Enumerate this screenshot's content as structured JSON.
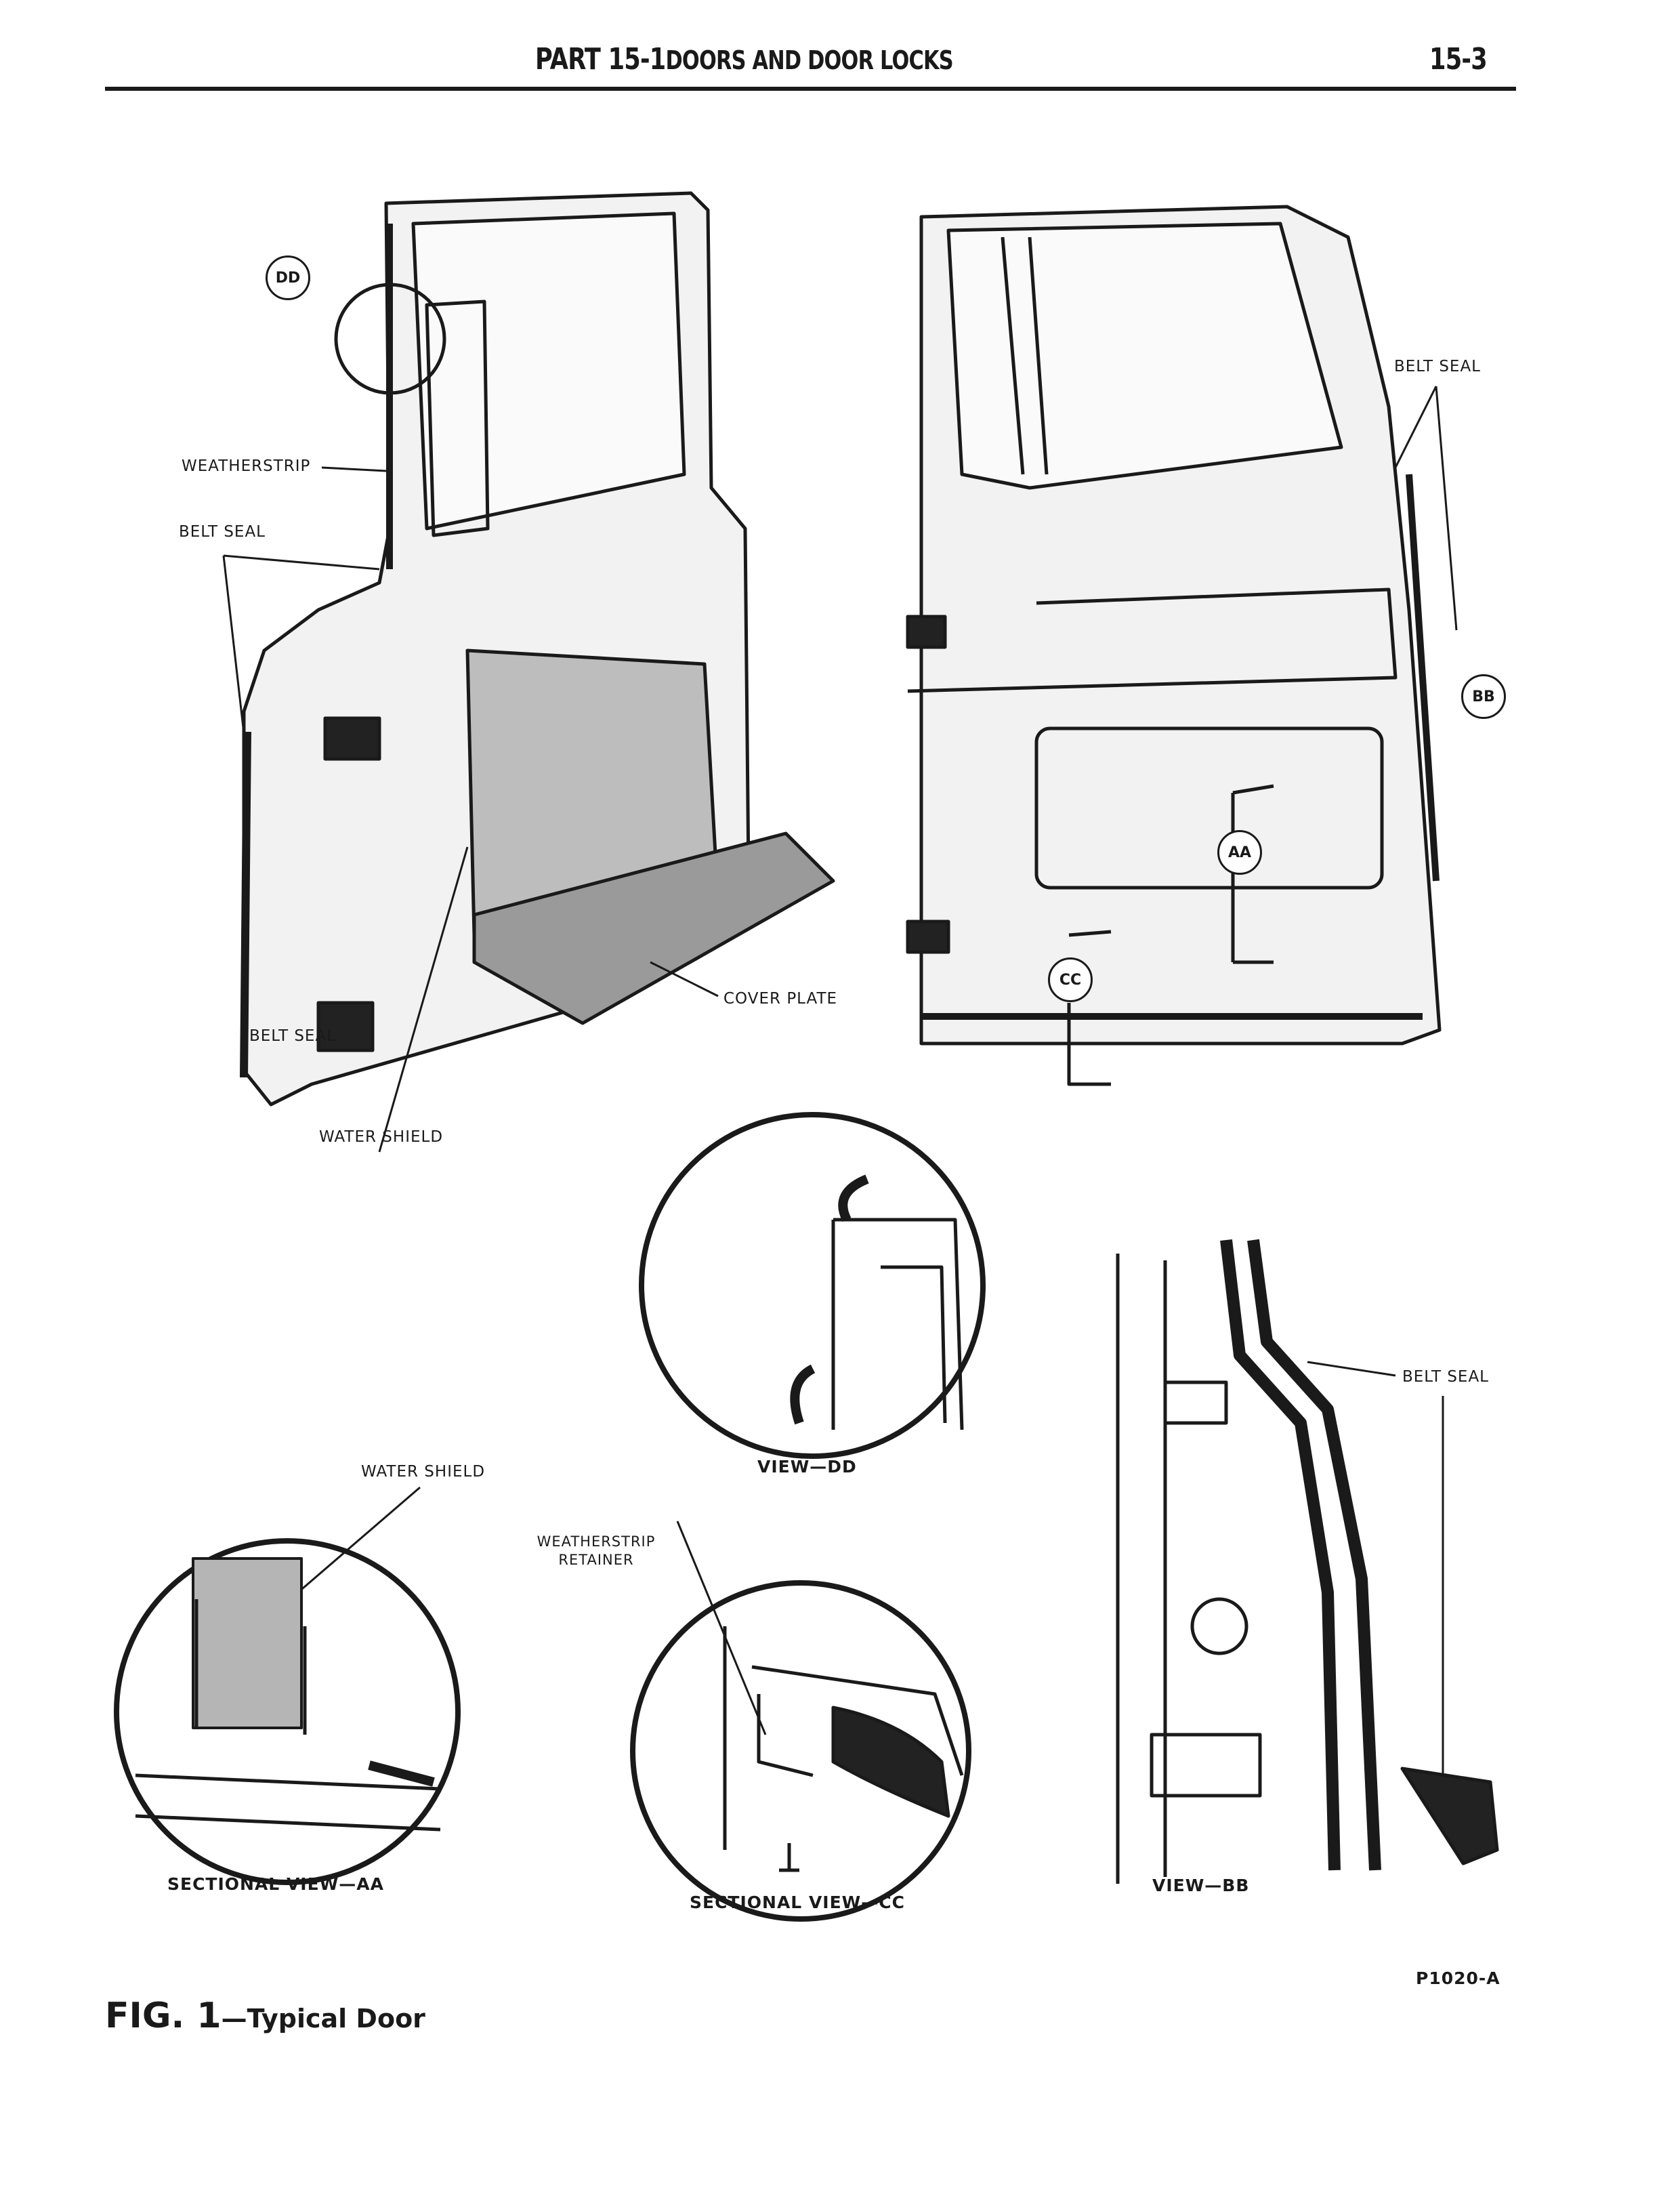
{
  "header": {
    "part": "PART 15-1",
    "title": "DOORS AND DOOR LOCKS",
    "page_number": "15-3"
  },
  "figure": {
    "labels": {
      "weatherstrip": "WEATHERSTRIP",
      "belt_seal_left_upper": "BELT SEAL",
      "belt_seal_left_lower": "BELT SEAL",
      "water_shield": "WATER SHIELD",
      "cover_plate": "COVER PLATE",
      "belt_seal_right": "BELT SEAL",
      "water_shield_section": "WATER SHIELD",
      "weatherstrip_retainer_1": "WEATHERSTRIP",
      "weatherstrip_retainer_2": "RETAINER",
      "belt_seal_view_bb": "BELT SEAL"
    },
    "callouts": {
      "dd": "DD",
      "bb": "BB",
      "aa": "AA",
      "cc": "CC"
    },
    "view_captions": {
      "view_dd": "VIEW—DD",
      "sectional_aa": "SECTIONAL VIEW—AA",
      "sectional_cc": "SECTIONAL VIEW—CC",
      "view_bb": "VIEW—BB"
    },
    "figure_code": "P1020-A",
    "caption_number": "FIG. 1",
    "caption_text": "—Typical Door"
  }
}
